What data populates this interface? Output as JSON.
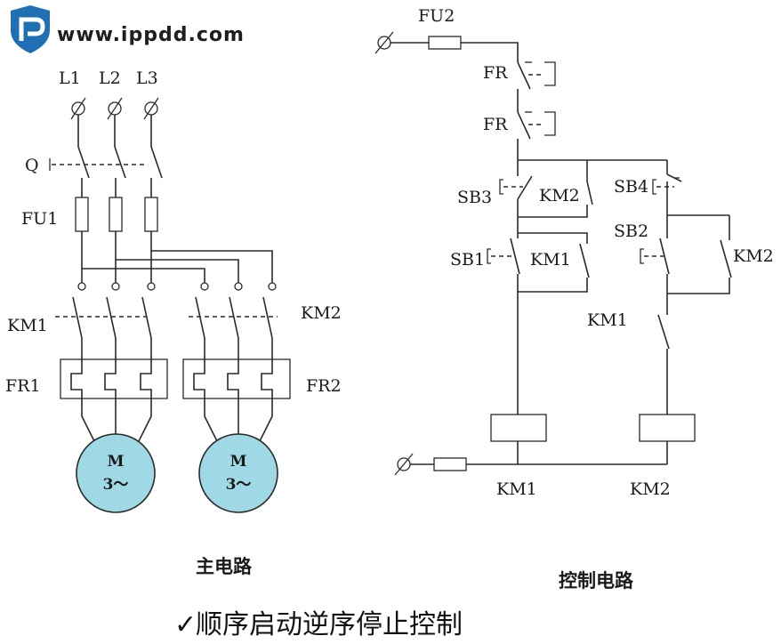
{
  "logo": {
    "text": "www.ippdd.com",
    "color": "#1f6fb2",
    "icon": "shield-logo-icon"
  },
  "main_circuit": {
    "phases": [
      "L1",
      "L2",
      "L3"
    ],
    "switch": "Q",
    "fuse": "FU1",
    "contactor_1": "KM1",
    "contactor_2": "KM2",
    "relay_1": "FR1",
    "relay_2": "FR2",
    "motors": [
      {
        "symbol": "M",
        "phase": "3～"
      },
      {
        "symbol": "M",
        "phase": "3～"
      }
    ],
    "motor_color": "#9fd9e5",
    "caption": "主电路"
  },
  "control_circuit": {
    "fuse": "FU2",
    "relay_contacts": [
      "FR",
      "FR"
    ],
    "button_sb3": "SB3",
    "contact_km2_left": "KM2",
    "button_sb4": "SB4",
    "button_sb1": "SB1",
    "contact_km1_left": "KM1",
    "button_sb2": "SB2",
    "contact_km2_right": "KM2",
    "contact_km1_right": "KM1",
    "coil_left": "KM1",
    "coil_right": "KM2",
    "caption": "控制电路"
  },
  "footer": {
    "check_mark": "✓",
    "title": "顺序启动逆序停止控制"
  }
}
